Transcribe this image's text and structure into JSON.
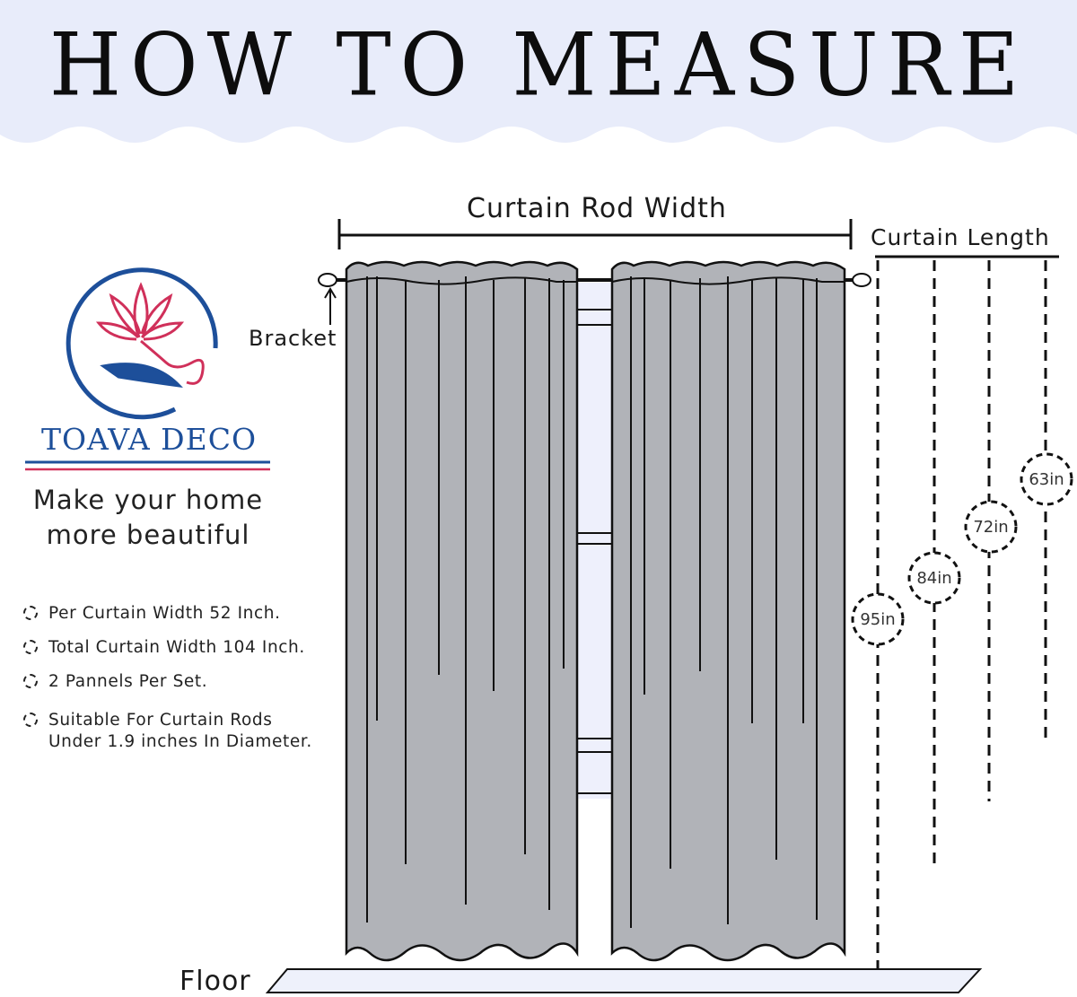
{
  "title": "HOW TO MEASURE",
  "labels": {
    "rod_width": "Curtain Rod Width",
    "curtain_length": "Curtain Length",
    "bracket": "Bracket",
    "floor": "Floor"
  },
  "length_options": [
    "95in",
    "84in",
    "72in",
    "63in"
  ],
  "brand": {
    "name": "TOAVA DECO",
    "tagline": "Make your home more beautiful"
  },
  "specs": [
    "Per Curtain Width 52 Inch.",
    "Total Curtain Width 104 Inch.",
    "2 Pannels Per Set.",
    "Suitable For Curtain Rods\nUnder 1.9 inches In Diameter."
  ],
  "colors": {
    "banner": "#e8ecfa",
    "curtain": "#b1b3b8",
    "window": "#eef0fc",
    "brand_blue": "#1d4f9a",
    "flower_pink": "#d0305a",
    "floor": "#eef1fb"
  }
}
